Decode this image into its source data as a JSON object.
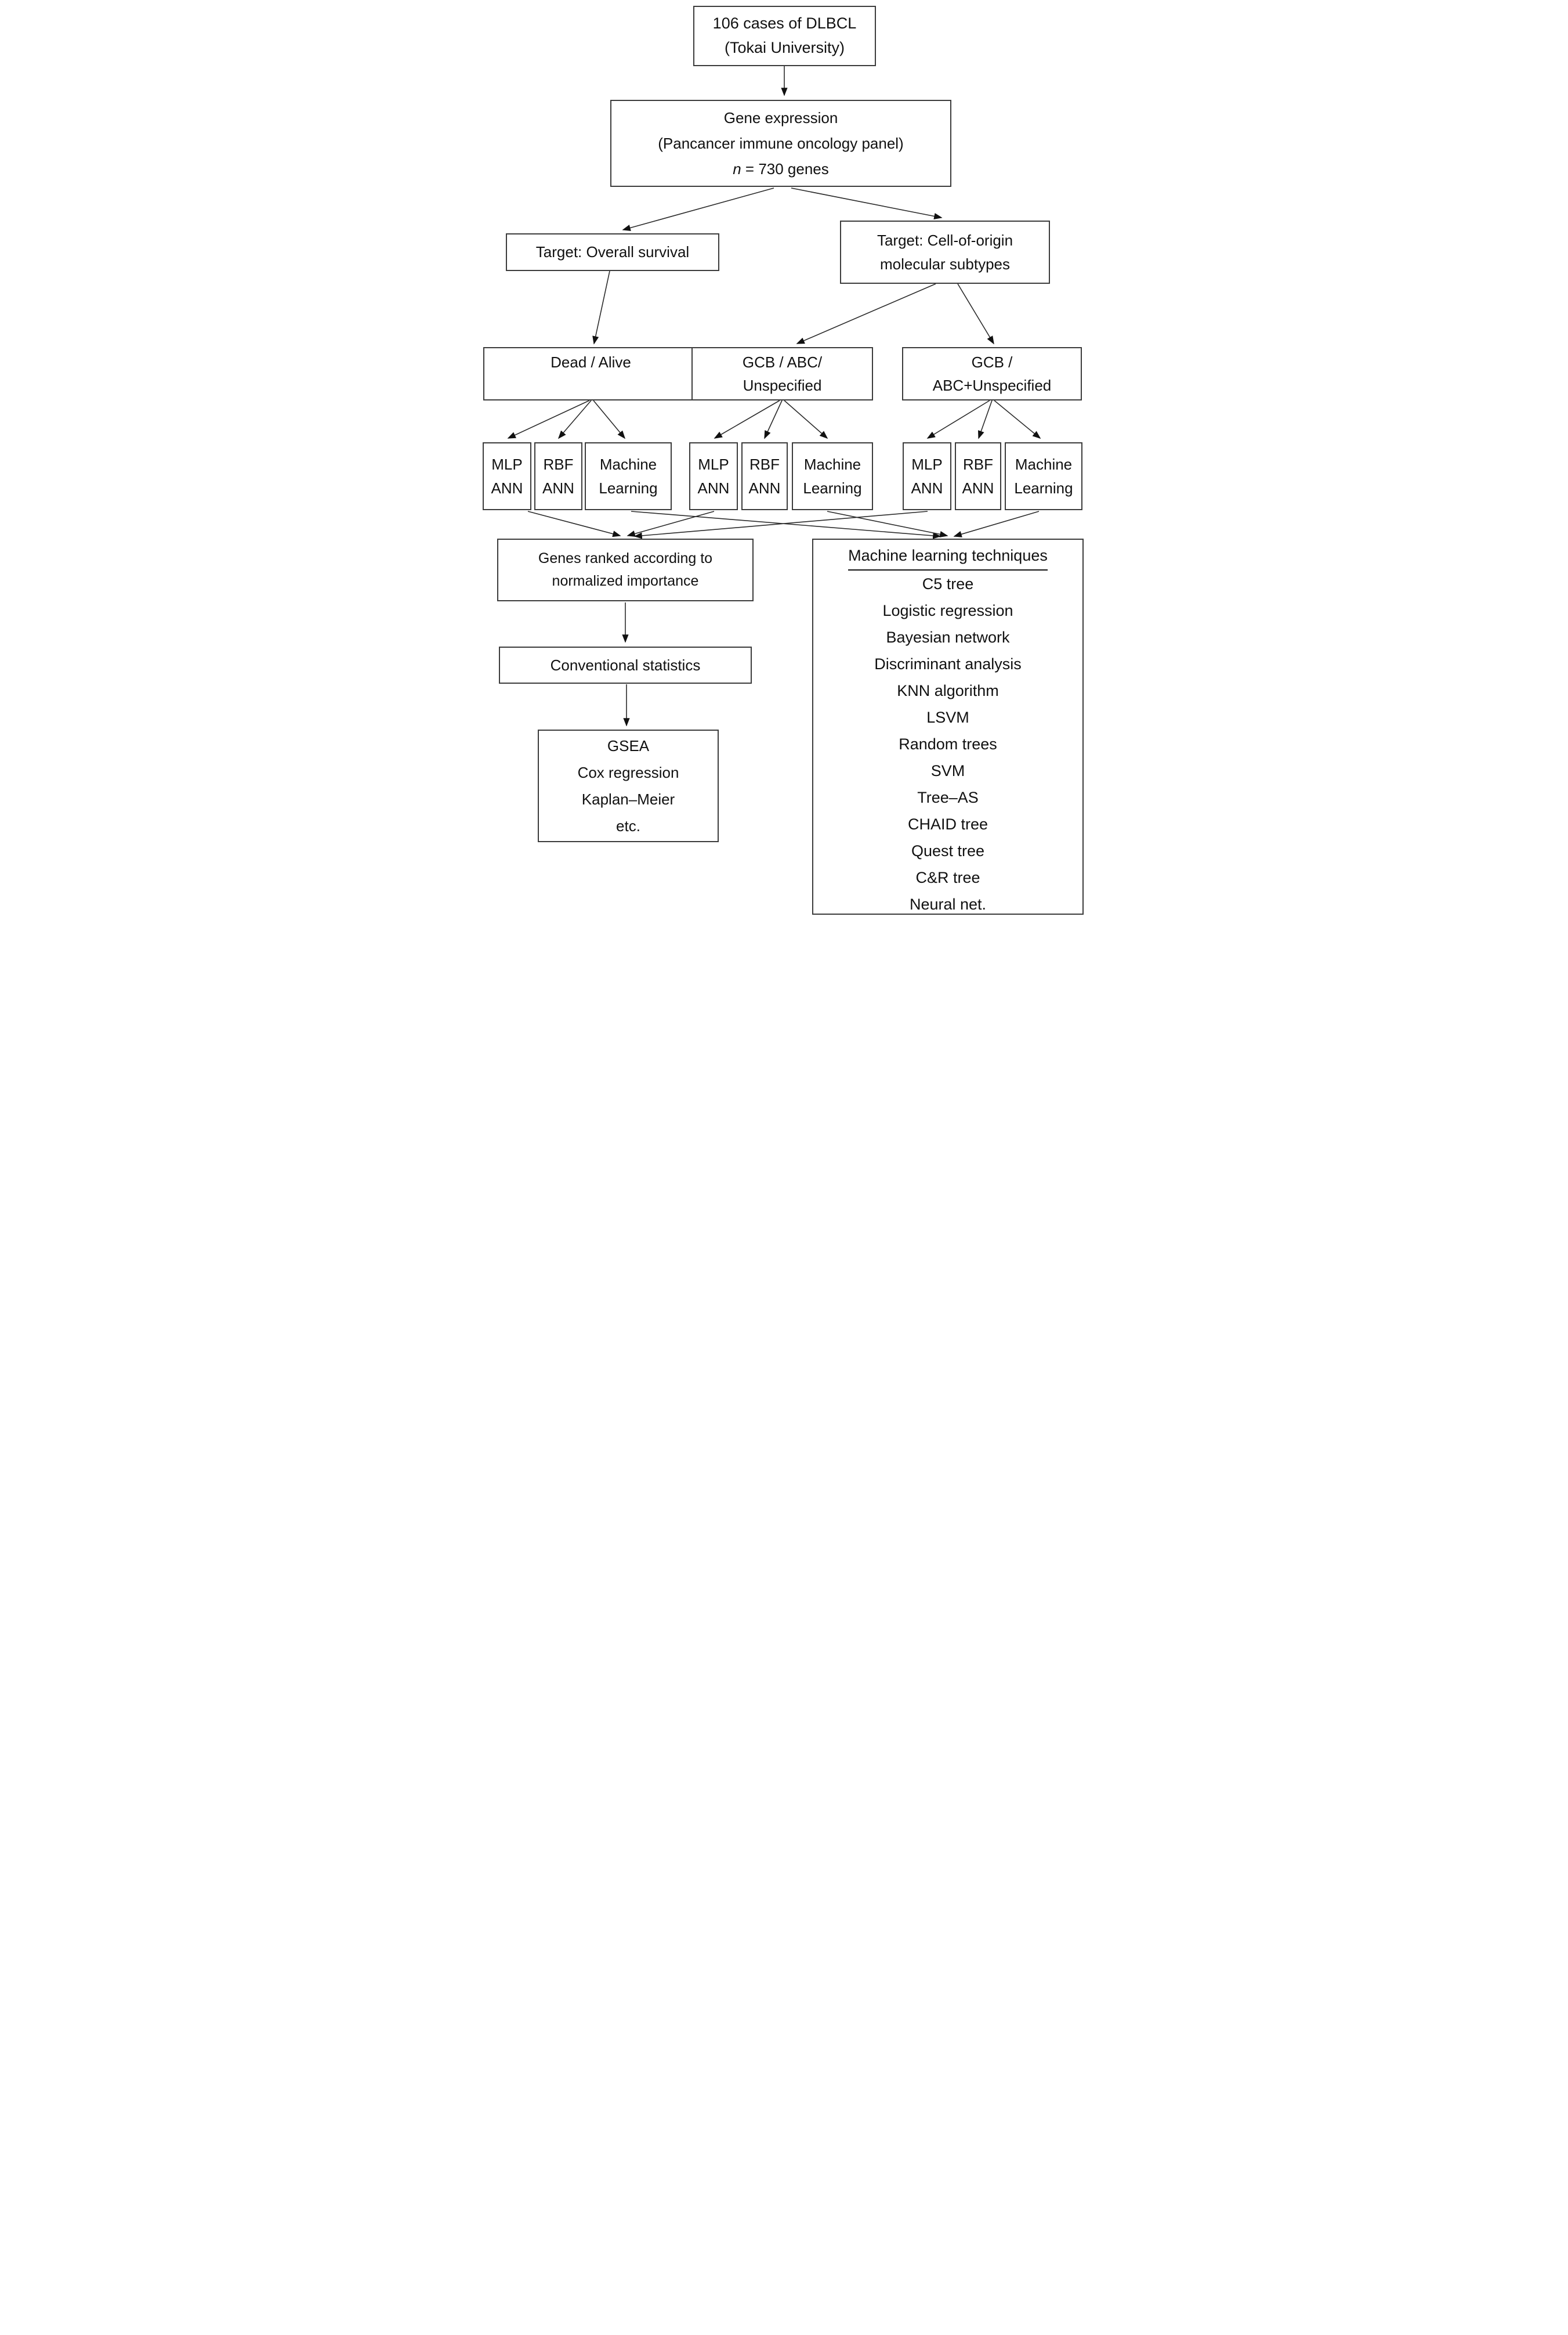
{
  "diagram_title": "DLBCL gene expression analysis workflow",
  "colors": {
    "background": "#ffffff",
    "box_border": "#3c3c3c",
    "arrow": "#2b2b2b",
    "text": "#111111"
  },
  "boxes": {
    "cases": {
      "line1": "106 cases of DLBCL",
      "line2": "(Tokai University)"
    },
    "gene_expression": {
      "line1": "Gene expression",
      "line2": "(Pancancer immune oncology panel)",
      "n_var": "n",
      "n_rest": " = 730 genes"
    },
    "target_survival": {
      "line1": "Target: Overall survival"
    },
    "target_coo": {
      "line1": "Target: Cell-of-origin",
      "line2": "molecular subtypes"
    },
    "dead_alive": {
      "line1": "Dead / Alive"
    },
    "gcb_abc_unspecified": {
      "line1": "GCB / ABC/",
      "line2": "Unspecified"
    },
    "gcb_abc_plus_unspecified": {
      "line1": "GCB /",
      "line2": "ABC+Unspecified"
    },
    "ann": {
      "mlp": {
        "line1": "MLP",
        "line2": "ANN"
      },
      "rbf": {
        "line1": "RBF",
        "line2": "ANN"
      },
      "ml": {
        "line1": "Machine",
        "line2": "Learning"
      }
    },
    "genes_ranked": {
      "line1": "Genes ranked according to",
      "line2": "normalized importance"
    },
    "conventional_stats": {
      "line1": "Conventional statistics"
    },
    "gsea": {
      "line1": "GSEA",
      "line2": "Cox regression",
      "line3": "Kaplan–Meier",
      "line4": "etc."
    },
    "ml_techniques": {
      "title": "Machine learning techniques",
      "items": [
        "C5 tree",
        "Logistic regression",
        "Bayesian network",
        "Discriminant analysis",
        "KNN algorithm",
        "LSVM",
        "Random trees",
        "SVM",
        "Tree–AS",
        "CHAID tree",
        "Quest tree",
        "C&R tree",
        "Neural net."
      ]
    }
  }
}
